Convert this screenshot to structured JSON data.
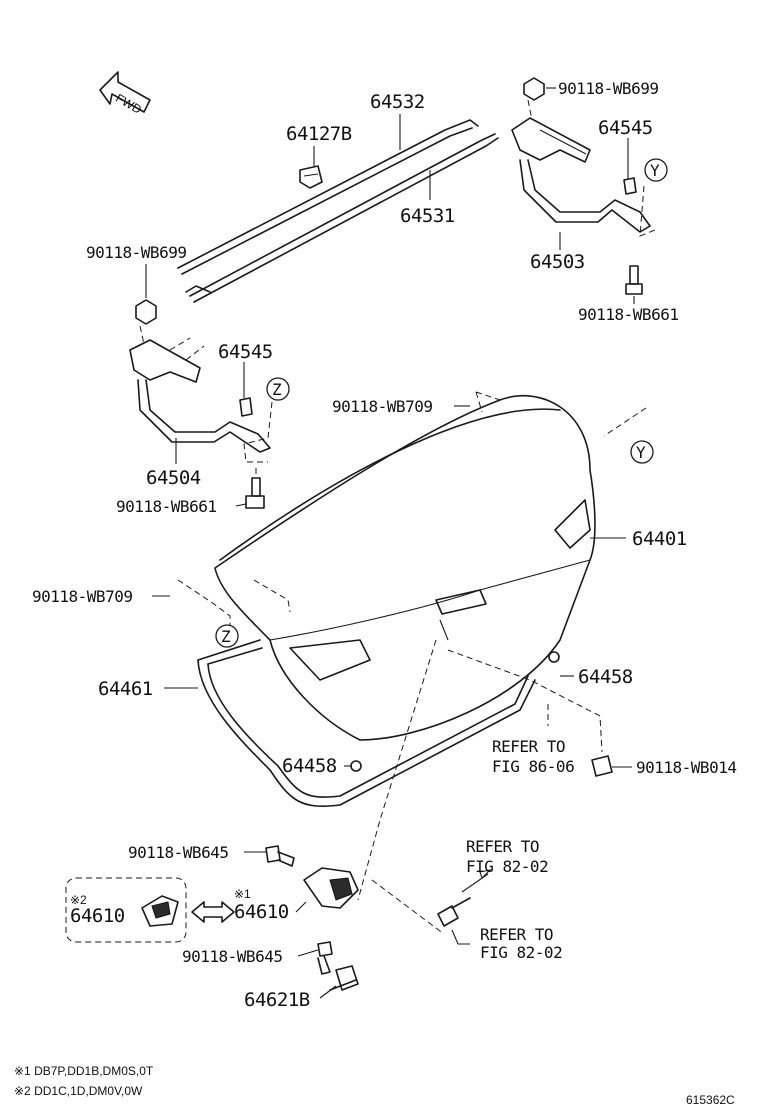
{
  "orientation": {
    "fwd_label": "FWD"
  },
  "labels": {
    "p64532": "64532",
    "p64127b": "64127B",
    "p64531": "64531",
    "p90118_wb699_top": "90118-WB699",
    "p64545_top": "64545",
    "p64503": "64503",
    "p90118_wb661_top": "90118-WB661",
    "p90118_wb699_left": "90118-WB699",
    "p64545_left": "64545",
    "p64504": "64504",
    "p90118_wb661_left": "90118-WB661",
    "p90118_wb709_top": "90118-WB709",
    "p64401": "64401",
    "p90118_wb709_left": "90118-WB709",
    "p64461": "64461",
    "p64458_right": "64458",
    "p64458_left": "64458",
    "refer_86_l1": "REFER TO",
    "refer_86_l2": "FIG 86-06",
    "p90118_wb014": "90118-WB014",
    "p90118_wb645_top": "90118-WB645",
    "p64610_alt_mark": "※2",
    "p64610_alt": "64610",
    "p64610_mark": "※1",
    "p64610": "64610",
    "refer_82a_l1": "REFER TO",
    "refer_82a_l2": "FIG 82-02",
    "refer_82b_l1": "REFER TO",
    "refer_82b_l2": "FIG 82-02",
    "p90118_wb645_bottom": "90118-WB645",
    "p64621b": "64621B"
  },
  "callouts": {
    "y1": "Y",
    "y2": "Y",
    "z1": "Z",
    "z2": "Z"
  },
  "footnotes": {
    "note1": "※1 DB7P,DD1B,DM0S,0T",
    "note2": "※2 DD1C,1D,DM0V,0W"
  },
  "figure_id": "615362C"
}
